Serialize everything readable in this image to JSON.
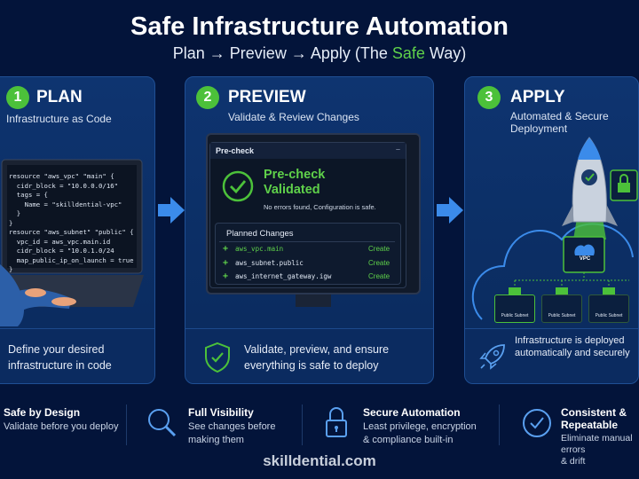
{
  "header": {
    "title": "Safe Infrastructure Automation",
    "subtitle_pre": "Plan → Preview → Apply (The ",
    "subtitle_accent": "Safe",
    "subtitle_post": " Way)"
  },
  "colors": {
    "background": "#03143a",
    "accent_green": "#4cc13a",
    "accent_blue": "#3b8bea"
  },
  "steps": [
    {
      "number": "1",
      "title": "PLAN",
      "subtitle": "Infrastructure as Code",
      "footer": [
        "Define your desired",
        "infrastructure in code"
      ],
      "code": [
        "resource \"aws_vpc\" \"main\" {",
        "  cidr_block = \"10.0.0.0/16\"",
        "  tags = {",
        "    Name = \"skilldential-vpc\"",
        "  }",
        "}",
        "resource \"aws_subnet\" \"public\" {",
        "  vpc_id = aws_vpc.main.id",
        "  cidr_block = \"10.0.1.0/24",
        "  map_public_ip_on_launch = true",
        "}"
      ]
    },
    {
      "number": "2",
      "title": "PREVIEW",
      "subtitle": "Validate & Review Changes",
      "footer": [
        "Validate, preview, and ensure",
        "everything is safe to deploy"
      ],
      "window_title": "Pre-check",
      "status_title": [
        "Pre-check",
        "Validated"
      ],
      "status_message": "No errors found, Configuration is safe.",
      "changes_title": "Planned Changes",
      "changes": [
        {
          "resource": "aws_vpc.main",
          "action": "Create"
        },
        {
          "resource": "aws_subnet.public",
          "action": "Create"
        },
        {
          "resource": "aws_internet_gateway.igw",
          "action": "Create"
        }
      ]
    },
    {
      "number": "3",
      "title": "APPLY",
      "subtitle": "Automated & Secure Deployment",
      "footer": [
        "Infrastructure is deployed",
        "automatically and securely"
      ],
      "vpc_label": "VPC",
      "subnet_labels": [
        "Public Subnet",
        "Public Subnet",
        "Public Subnet"
      ]
    }
  ],
  "features": [
    {
      "title": "Safe by Design",
      "desc": [
        "Validate before you deploy"
      ],
      "icon": "shield-icon"
    },
    {
      "title": "Full Visibility",
      "desc": [
        "See changes before",
        "making them"
      ],
      "icon": "magnifier-icon"
    },
    {
      "title": "Secure Automation",
      "desc": [
        "Least privilege, encryption",
        "& compliance built-in"
      ],
      "icon": "lock-icon"
    },
    {
      "title": "Consistent & Repeatable",
      "desc": [
        "Eliminate manual errors",
        "& drift"
      ],
      "icon": "check-circle-icon"
    }
  ],
  "brand": "skilldential.com"
}
